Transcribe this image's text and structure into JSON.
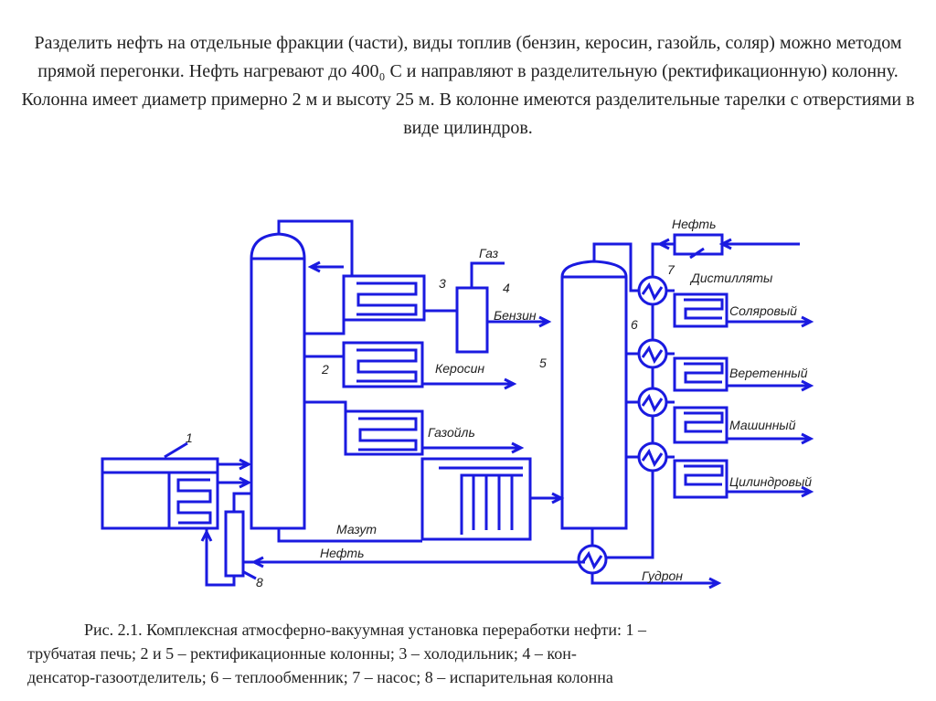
{
  "intro_text": "Разделить нефть на отдельные фракции (части), виды топлив (бензин, керосин, газойль, соляр) можно методом прямой перегонки. Нефть нагревают до 400₀ С и направляют в разделительную (ректификационную) колонну. Колонна имеет диаметр примерно 2 м и высоту 25 м. В колонне имеются разделительные тарелки с отверстиями в виде цилиндров.",
  "diagram": {
    "labels": {
      "gas": "Газ",
      "benzin": "Бензин",
      "kerosin": "Керосин",
      "gazoil": "Газойль",
      "mazut": "Мазут",
      "neft_bottom": "Нефть",
      "neft_top": "Нефть",
      "gudron": "Гудрон",
      "distillates": "Дистилляты",
      "solar": "Соляровый",
      "veretenny": "Веретенный",
      "mashinny": "Машинный",
      "cilindrovy": "Цилиндровый"
    },
    "numbers": {
      "n1": "1",
      "n2": "2",
      "n3": "3",
      "n4": "4",
      "n5": "5",
      "n6": "6",
      "n7": "7",
      "n8": "8"
    }
  },
  "caption": {
    "line1": "Рис. 2.1. Комплексная атмосферно-вакуумная установка переработки нефти: 1 –",
    "line2": "трубчатая печь; 2 и 5 – ректификационные колонны; 3 – холодильник; 4 – кон-",
    "line3": "денсатор-газоотделитель; 6 – теплообменник; 7 – насос; 8 – испарительная колонна"
  },
  "colors": {
    "line": "#1a1ae0"
  }
}
